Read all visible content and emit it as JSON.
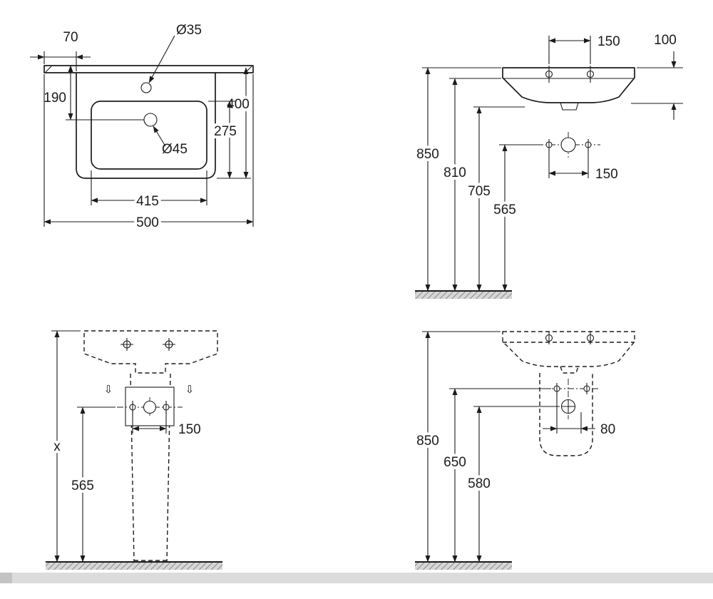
{
  "colors": {
    "line": "#1b1b1b",
    "scrollbar_track": "#dcdcdc",
    "scrollbar_button": "#c3c3c3"
  },
  "views": {
    "plan": {
      "dims": {
        "ledge_offset": "70",
        "tap_hole_diameter": "Ø35",
        "tap_hole_setback": "190",
        "overall_depth": "400",
        "bowl_depth": "275",
        "waste_hole_diameter": "Ø45",
        "bowl_width": "415",
        "overall_width": "500"
      }
    },
    "front_elevation": {
      "dims": {
        "tap_hole_spacing": "150",
        "front_edge_height": "100",
        "rim_height": "850",
        "underside_height": "810",
        "basin_bottom_height": "705",
        "waste_height": "565",
        "waste_hole_spacing": "150"
      }
    },
    "front_pedestal": {
      "mounting_arrow": "⇩",
      "dims": {
        "fixing_hole_spacing": "150",
        "rim_height": "x",
        "waste_height": "565"
      }
    },
    "side_elevation": {
      "dims": {
        "waste_offset": "80",
        "rim_height": "850",
        "fixing_height": "650",
        "waste_height": "580"
      }
    }
  }
}
